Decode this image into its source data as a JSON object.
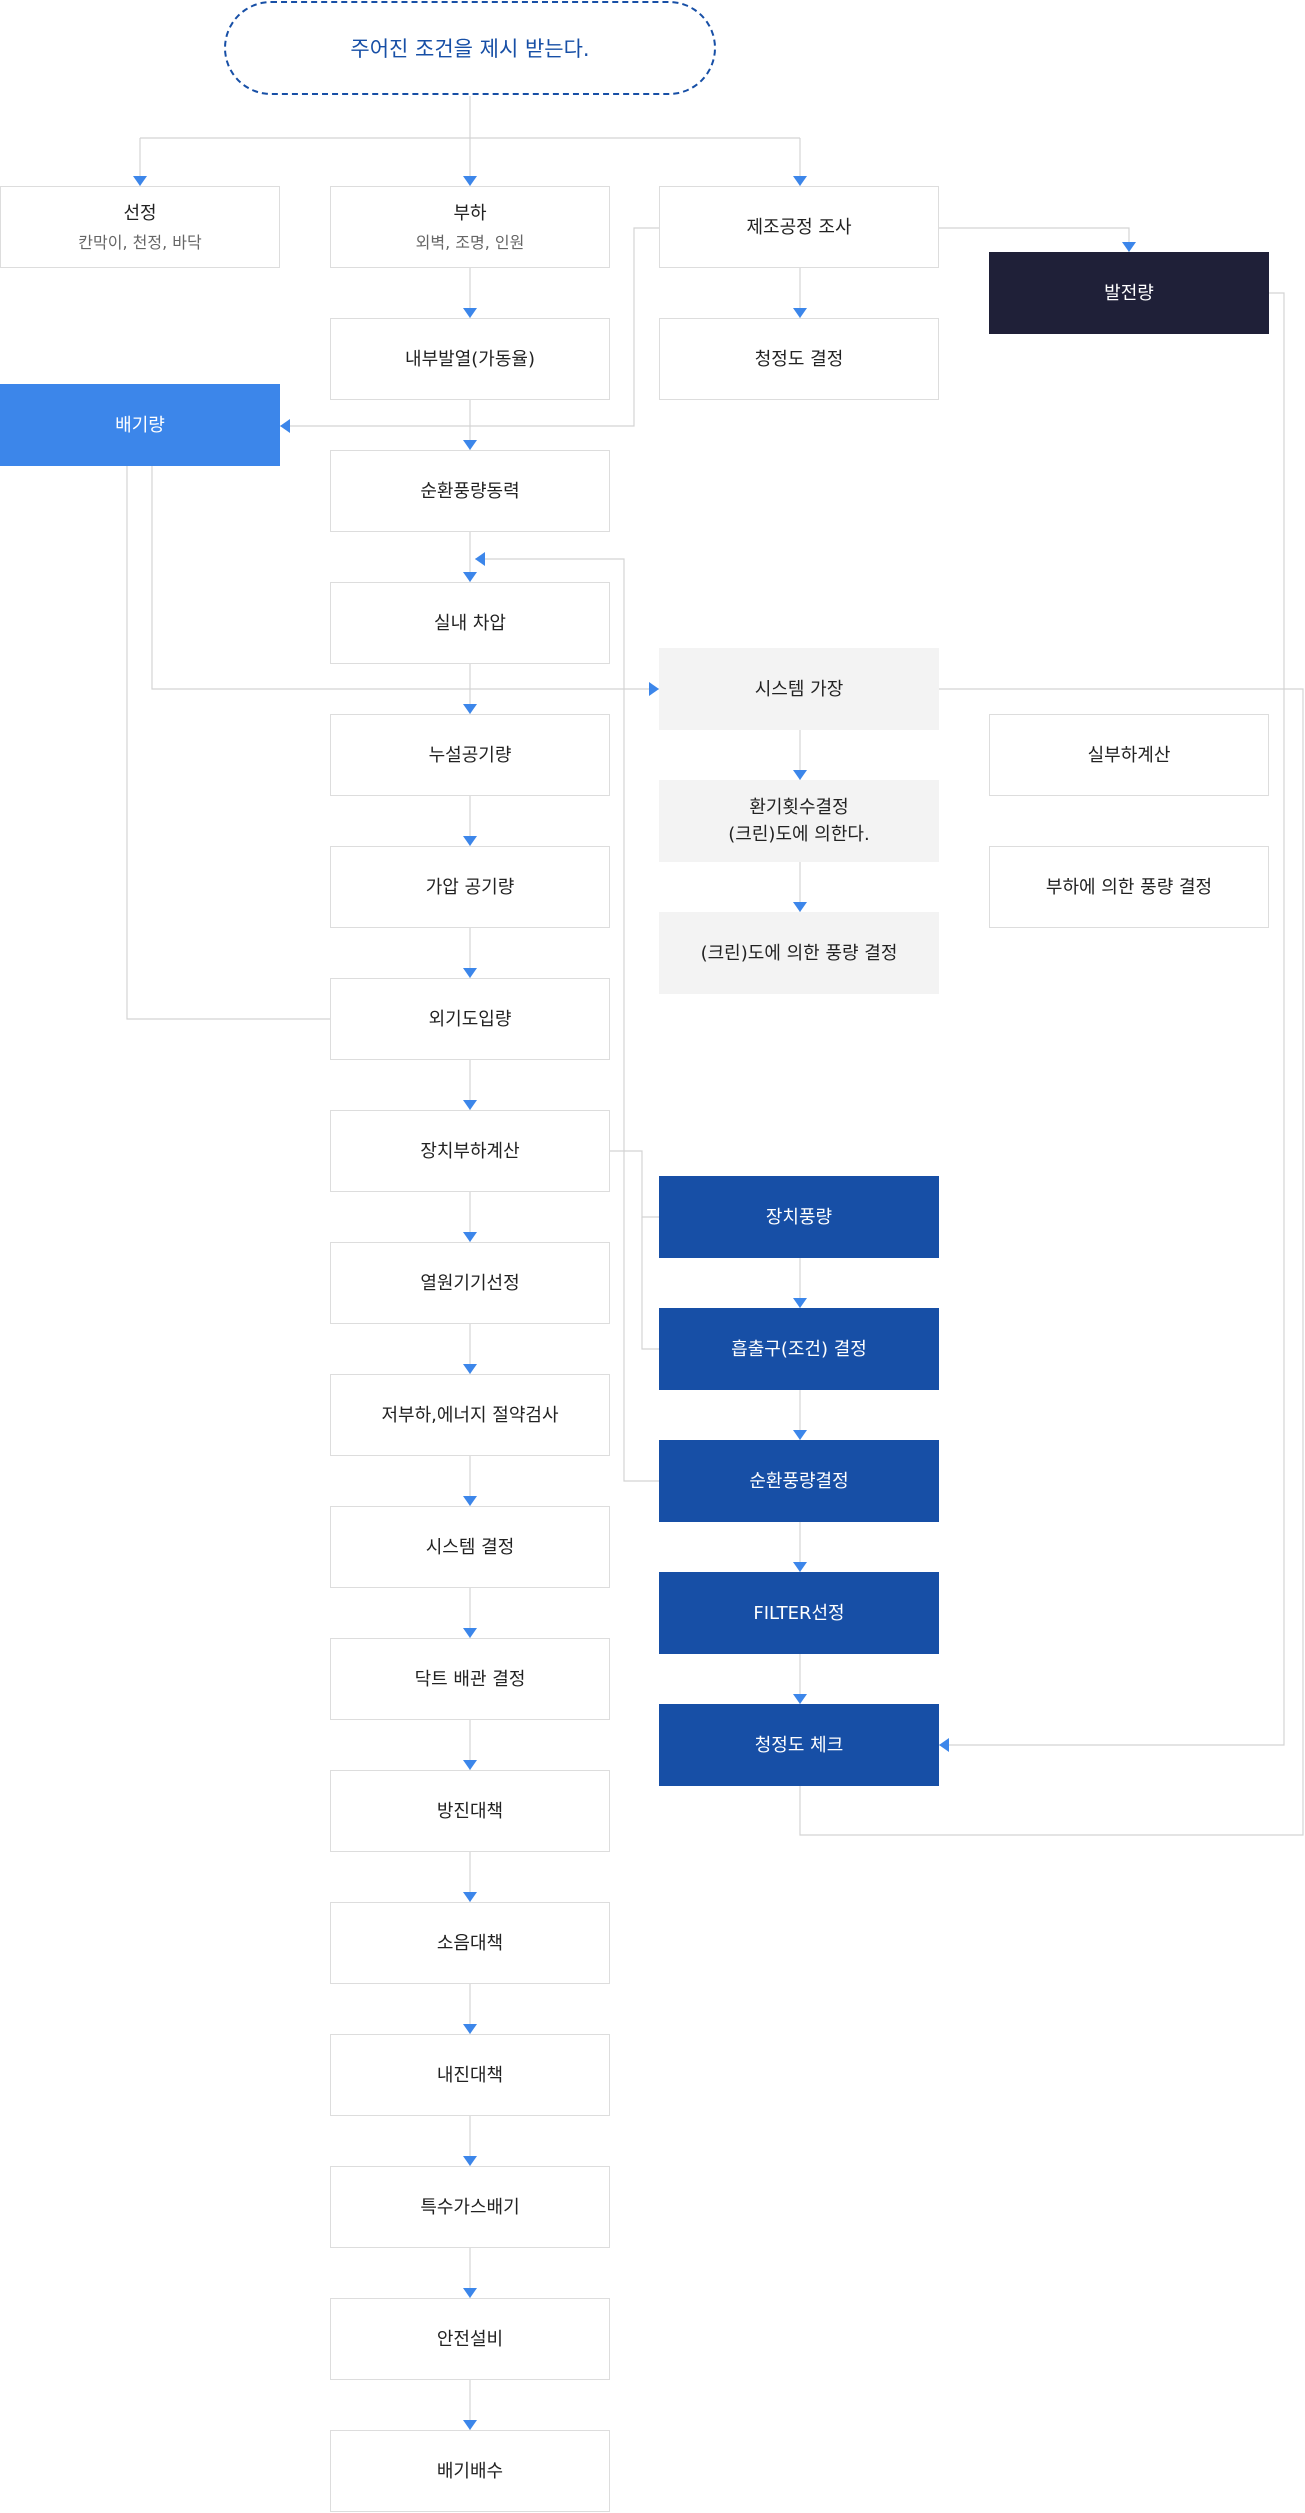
{
  "start": {
    "label": "주어진 조건을 제시 받는다."
  },
  "col1": {
    "seonjeong": {
      "title": "선정",
      "sub": "칸막이, 천정, 바닥"
    },
    "baegiryang": {
      "label": "배기량"
    }
  },
  "col2": {
    "buha": {
      "title": "부하",
      "sub": "외벽, 조명, 인원"
    },
    "items": [
      "내부발열(가동율)",
      "순환풍량동력",
      "실내 차압",
      "누설공기량",
      "가압 공기량",
      "외기도입량",
      "장치부하계산",
      "열원기기선정",
      "저부하,에너지 절약검사",
      "시스템 결정",
      "닥트 배관 결정",
      "방진대책",
      "소음대책",
      "내진대책",
      "특수가스배기",
      "안전설비",
      "배기배수"
    ]
  },
  "col3": {
    "items": [
      "제조공정 조사",
      "청정도 결정",
      "시스템 가장",
      "환기횟수결정\n(크린)도에 의한다.",
      "(크린)도에 의한 풍량 결정",
      "장치풍량",
      "흡출구(조건) 결정",
      "순환풍량결정",
      "FILTER선정",
      "청정도 체크"
    ]
  },
  "col4": {
    "baljeonryang": "발전량",
    "silbuha": "실부하계산",
    "buha_pungryang": "부하에 의한 풍량 결정"
  },
  "colors": {
    "line": "#d4d4d4",
    "arrow": "#3c86ea",
    "navy": "#1f2038",
    "blue": "#3c86ea",
    "dark_blue": "#174fa6"
  }
}
